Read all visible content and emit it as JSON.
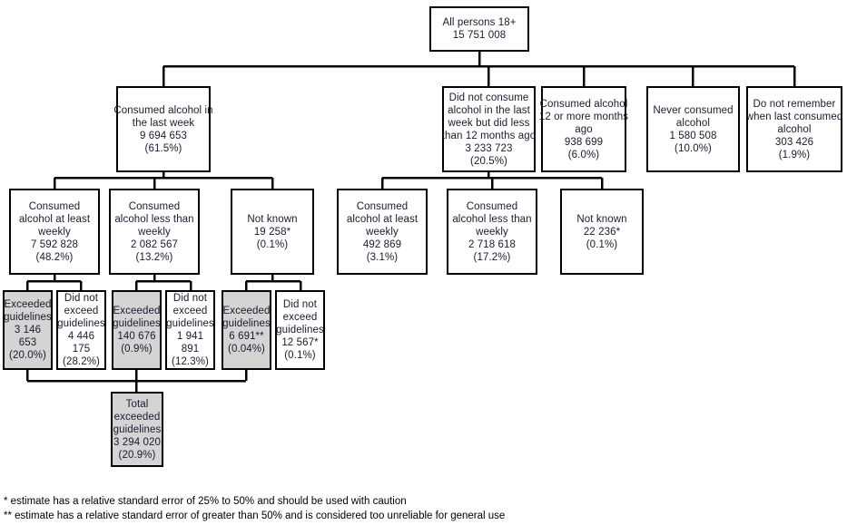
{
  "diagram": {
    "title_node": {
      "id": "all-persons",
      "lines": [
        "All persons 18+",
        "15 751 008"
      ]
    },
    "level2": [
      {
        "id": "consumed-last-week",
        "lines": [
          "Consumed alcohol in",
          "the last week",
          "9 694 653",
          "(61.5%)"
        ]
      },
      {
        "id": "not-last-week-under-12mo",
        "lines": [
          "Did not consume",
          "alcohol in the last",
          "week but did less",
          "than 12 months ago",
          "3 233 723",
          "(20.5%)"
        ]
      },
      {
        "id": "consumed-12-or-more-months-ago",
        "lines": [
          "Consumed alcohol",
          "12 or more months",
          "ago",
          "938 699",
          "(6.0%)"
        ]
      },
      {
        "id": "never-consumed",
        "lines": [
          "Never consumed",
          "alcohol",
          "1 580 508",
          "(10.0%)"
        ]
      },
      {
        "id": "do-not-remember",
        "lines": [
          "Do not remember",
          "when last consumed",
          "alcohol",
          "303 426",
          "(1.9%)"
        ]
      }
    ],
    "level3_left": [
      {
        "id": "lw-at-least-weekly",
        "lines": [
          "Consumed",
          "alcohol at least",
          "weekly",
          "7 592 828",
          "(48.2%)"
        ]
      },
      {
        "id": "lw-less-than-weekly",
        "lines": [
          "Consumed",
          "alcohol less than",
          "weekly",
          "2 082 567",
          "(13.2%)"
        ]
      },
      {
        "id": "lw-not-known",
        "lines": [
          "Not known",
          "19 258*",
          "(0.1%)"
        ]
      }
    ],
    "level3_right": [
      {
        "id": "nlw-at-least-weekly",
        "lines": [
          "Consumed",
          "alcohol at least",
          "weekly",
          "492 869",
          "(3.1%)"
        ]
      },
      {
        "id": "nlw-less-than-weekly",
        "lines": [
          "Consumed",
          "alcohol less than",
          "weekly",
          "2 718 618",
          "(17.2%)"
        ]
      },
      {
        "id": "nlw-not-known",
        "lines": [
          "Not known",
          "22 236*",
          "(0.1%)"
        ]
      }
    ],
    "level4": [
      {
        "id": "exceeded-1",
        "shaded": true,
        "lines": [
          "Exceeded",
          "guidelines",
          "3 146 653",
          "(20.0%)"
        ]
      },
      {
        "id": "not-exceeded-1",
        "shaded": false,
        "lines": [
          "Did not",
          "exceed",
          "guidelines",
          "4 446 175",
          "(28.2%)"
        ]
      },
      {
        "id": "exceeded-2",
        "shaded": true,
        "lines": [
          "Exceeded",
          "guidelines",
          "140 676",
          "(0.9%)"
        ]
      },
      {
        "id": "not-exceeded-2",
        "shaded": false,
        "lines": [
          "Did not",
          "exceed",
          "guidelines",
          "1 941 891",
          "(12.3%)"
        ]
      },
      {
        "id": "exceeded-3",
        "shaded": true,
        "lines": [
          "Exceeded",
          "guidelines",
          "6 691**",
          "(0.04%)"
        ]
      },
      {
        "id": "not-exceeded-3",
        "shaded": false,
        "lines": [
          "Did not",
          "exceed",
          "guidelines",
          "12 567*",
          "(0.1%)"
        ]
      }
    ],
    "total_node": {
      "id": "total-exceeded",
      "shaded": true,
      "lines": [
        "Total",
        "exceeded",
        "guidelines",
        "3 294 020",
        "(20.9%)"
      ]
    },
    "footnotes": [
      "* estimate has a relative standard error of 25% to 50% and should be used with caution",
      "** estimate has a relative standard error of greater than 50% and is considered too unreliable for general use"
    ],
    "colors": {
      "shaded_fill": "#d4d4d4",
      "box_border": "#000000",
      "text": "#1a1a2e",
      "background": "#ffffff"
    }
  }
}
